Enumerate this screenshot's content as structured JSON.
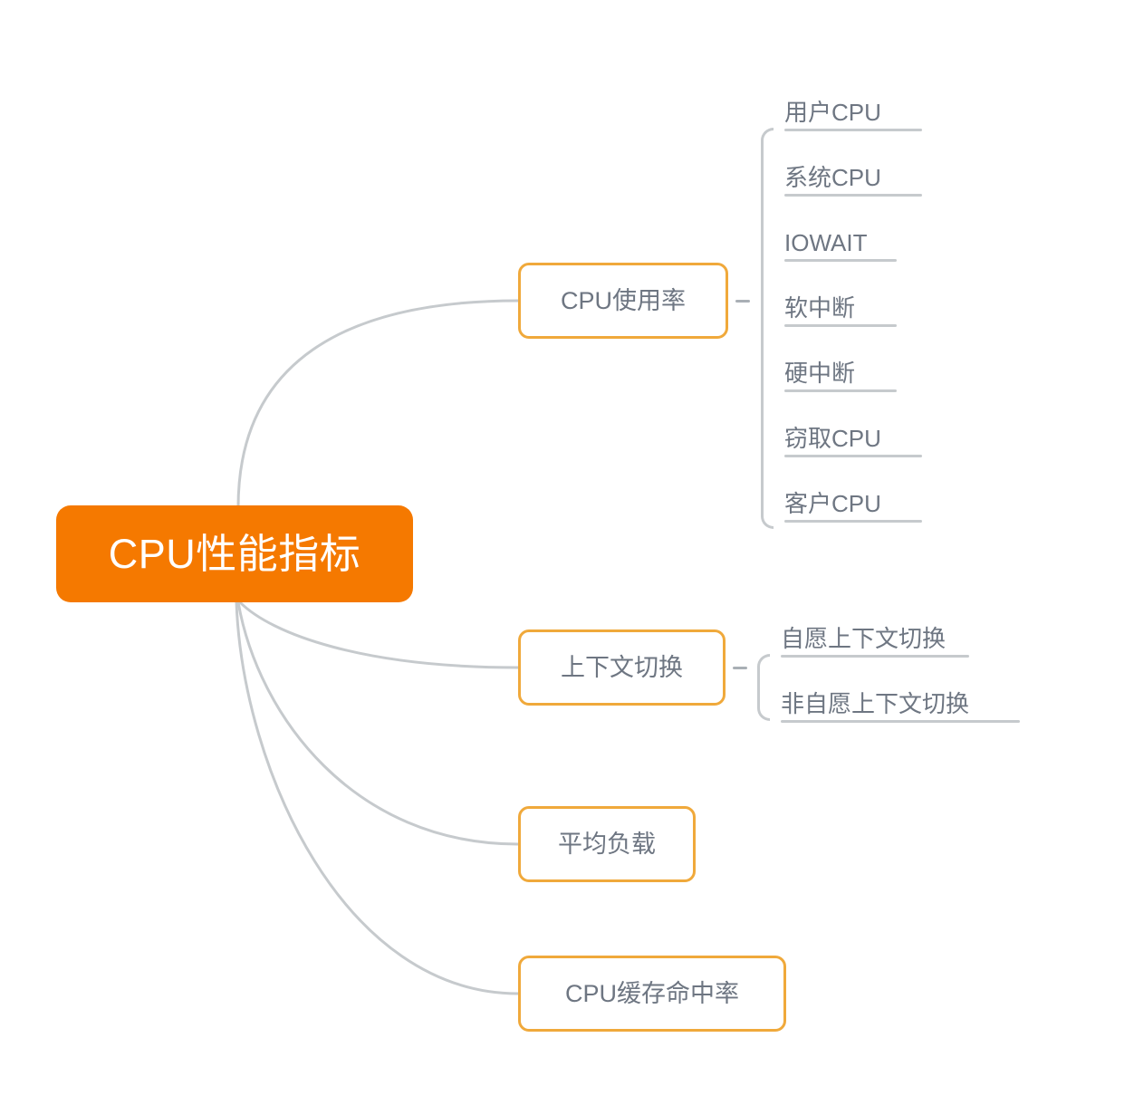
{
  "diagram": {
    "title": "CPU性能指标",
    "type": "mindmap",
    "background_color": "#FFFFFF",
    "root_fill_color": "#F57900",
    "root_text_color": "#FFFFFF",
    "node_border_color": "#F0A93B",
    "node_text_color": "#6E7682",
    "connector_color": "#C6CACD"
  },
  "root": {
    "label": "CPU性能指标"
  },
  "branches": [
    {
      "label": "CPU使用率",
      "children": [
        {
          "label": "用户CPU"
        },
        {
          "label": "系统CPU"
        },
        {
          "label": "IOWAIT"
        },
        {
          "label": "软中断"
        },
        {
          "label": "硬中断"
        },
        {
          "label": "窃取CPU"
        },
        {
          "label": "客户CPU"
        }
      ]
    },
    {
      "label": "上下文切换",
      "children": [
        {
          "label": "自愿上下文切换"
        },
        {
          "label": "非自愿上下文切换"
        }
      ]
    },
    {
      "label": "平均负载",
      "children": []
    },
    {
      "label": "CPU缓存命中率",
      "children": []
    }
  ]
}
